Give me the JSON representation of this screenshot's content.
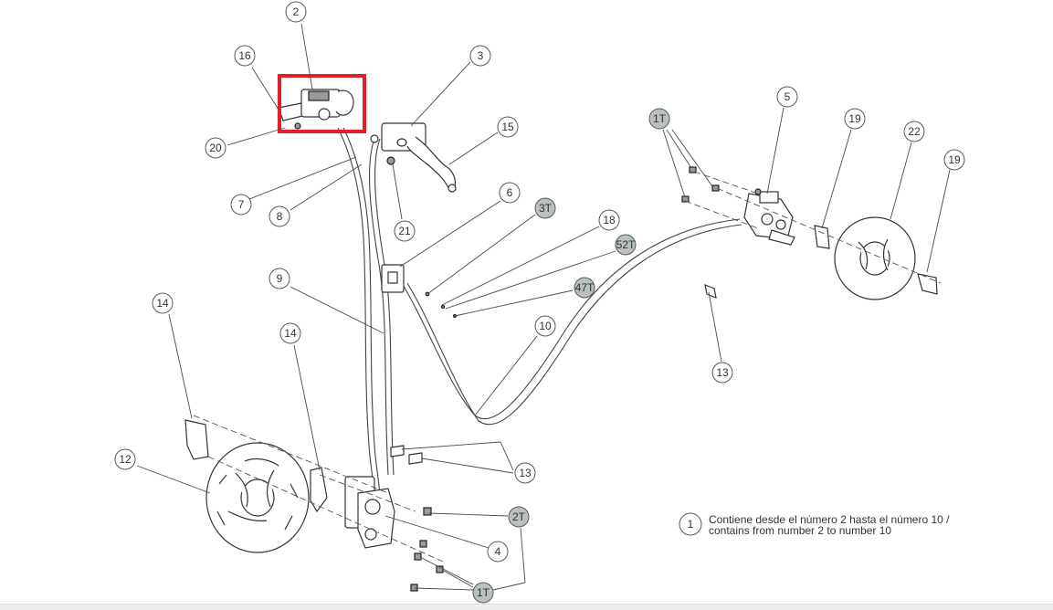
{
  "highlight_color": "#e3202a",
  "balloon_gray_color": "#b9c0c0",
  "callouts": [
    {
      "id": "c2",
      "label": "2",
      "gray": false
    },
    {
      "id": "c16",
      "label": "16",
      "gray": false
    },
    {
      "id": "c3",
      "label": "3",
      "gray": false
    },
    {
      "id": "c15",
      "label": "15",
      "gray": false
    },
    {
      "id": "c20",
      "label": "20",
      "gray": false
    },
    {
      "id": "c7",
      "label": "7",
      "gray": false
    },
    {
      "id": "c8",
      "label": "8",
      "gray": false
    },
    {
      "id": "c21",
      "label": "21",
      "gray": false
    },
    {
      "id": "c6",
      "label": "6",
      "gray": false
    },
    {
      "id": "c3T",
      "label": "3T",
      "gray": true
    },
    {
      "id": "c18",
      "label": "18",
      "gray": false
    },
    {
      "id": "c52T",
      "label": "52T",
      "gray": true
    },
    {
      "id": "c47T",
      "label": "47T",
      "gray": true
    },
    {
      "id": "c9",
      "label": "9",
      "gray": false
    },
    {
      "id": "c10",
      "label": "10",
      "gray": false
    },
    {
      "id": "c14a",
      "label": "14",
      "gray": false
    },
    {
      "id": "c14b",
      "label": "14",
      "gray": false
    },
    {
      "id": "c12",
      "label": "12",
      "gray": false
    },
    {
      "id": "c13a",
      "label": "13",
      "gray": false
    },
    {
      "id": "c13b",
      "label": "13",
      "gray": false
    },
    {
      "id": "c2T",
      "label": "2T",
      "gray": true
    },
    {
      "id": "c4",
      "label": "4",
      "gray": false
    },
    {
      "id": "c1Ta",
      "label": "1T",
      "gray": true
    },
    {
      "id": "c1Tb",
      "label": "1T",
      "gray": true
    },
    {
      "id": "c5",
      "label": "5",
      "gray": false
    },
    {
      "id": "c19a",
      "label": "19",
      "gray": false
    },
    {
      "id": "c22",
      "label": "22",
      "gray": false
    },
    {
      "id": "c19b",
      "label": "19",
      "gray": false
    },
    {
      "id": "c1",
      "label": "1",
      "gray": false
    }
  ],
  "legend": {
    "number": "1",
    "line1": "Contiene desde el número 2 hasta el número 10 /",
    "line2": "contains from number 2 to number 10"
  }
}
